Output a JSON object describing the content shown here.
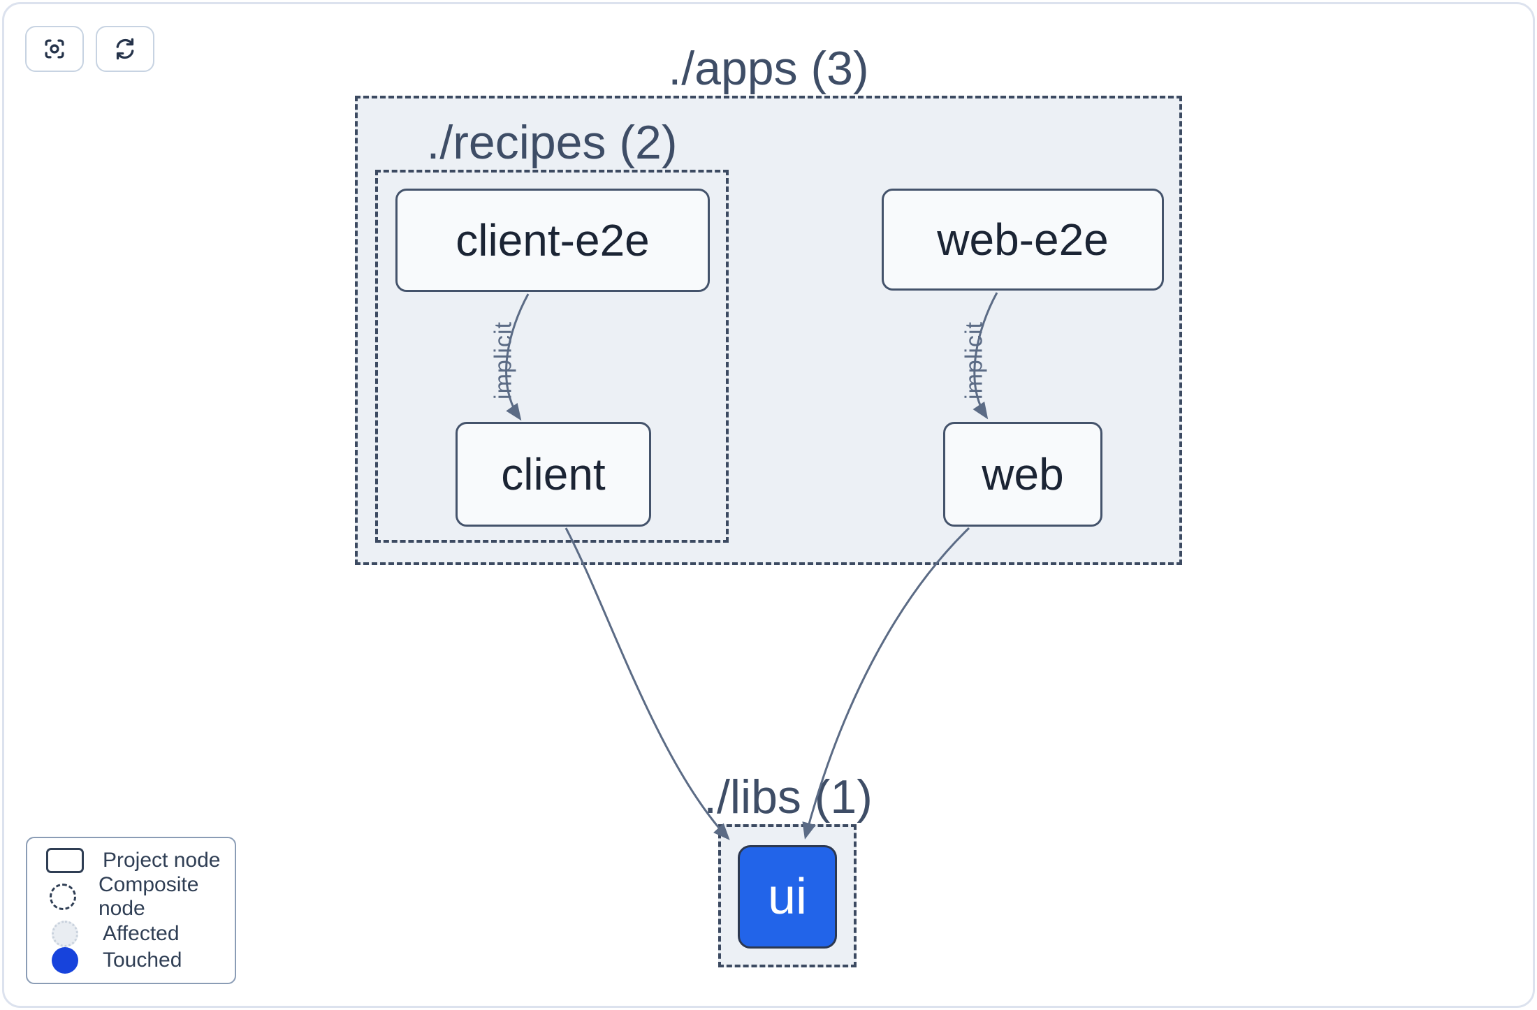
{
  "toolbar": {
    "buttons": [
      {
        "name": "focus",
        "icon": "focus-crosshair-icon"
      },
      {
        "name": "refresh",
        "icon": "refresh-icon"
      }
    ]
  },
  "graph": {
    "containers": [
      {
        "id": "apps",
        "label": "./apps (3)"
      },
      {
        "id": "recipes",
        "label": "./recipes (2)"
      },
      {
        "id": "libs",
        "label": "./libs (1)"
      }
    ],
    "nodes": [
      {
        "id": "client-e2e",
        "label": "client-e2e",
        "state": "default",
        "group": "apps/recipes"
      },
      {
        "id": "web-e2e",
        "label": "web-e2e",
        "state": "default",
        "group": "apps"
      },
      {
        "id": "client",
        "label": "client",
        "state": "default",
        "group": "apps/recipes"
      },
      {
        "id": "web",
        "label": "web",
        "state": "default",
        "group": "apps"
      },
      {
        "id": "ui",
        "label": "ui",
        "state": "touched",
        "group": "libs"
      }
    ],
    "edges": [
      {
        "from": "client-e2e",
        "to": "client",
        "label": "implicit"
      },
      {
        "from": "web-e2e",
        "to": "web",
        "label": "implicit"
      },
      {
        "from": "client",
        "to": "ui",
        "label": ""
      },
      {
        "from": "web",
        "to": "ui",
        "label": ""
      }
    ]
  },
  "legend": {
    "items": [
      {
        "label": "Project node",
        "swatch": "project-node"
      },
      {
        "label": "Composite node",
        "swatch": "composite-node"
      },
      {
        "label": "Affected",
        "swatch": "affected"
      },
      {
        "label": "Touched",
        "swatch": "touched"
      }
    ]
  },
  "colors": {
    "container_fill": "#ecf0f5",
    "dash_border": "#3c4a61",
    "title_text": "#3e4d66",
    "node_fill": "#f8fafc",
    "node_border": "#44536b",
    "node_text": "#1b2434",
    "touched_fill": "#2264e9",
    "touched_border": "#2c3850",
    "edge": "#5b6b85",
    "legend_border": "#8a9cb5",
    "legend_text": "#2f3e54",
    "affected_fill": "#e9edf2",
    "affected_border": "#c9d2dd",
    "touched_legend": "#1743dc",
    "frame_border": "#dce2ee",
    "button_border": "#c7d3e2",
    "icon": "#25334a"
  }
}
